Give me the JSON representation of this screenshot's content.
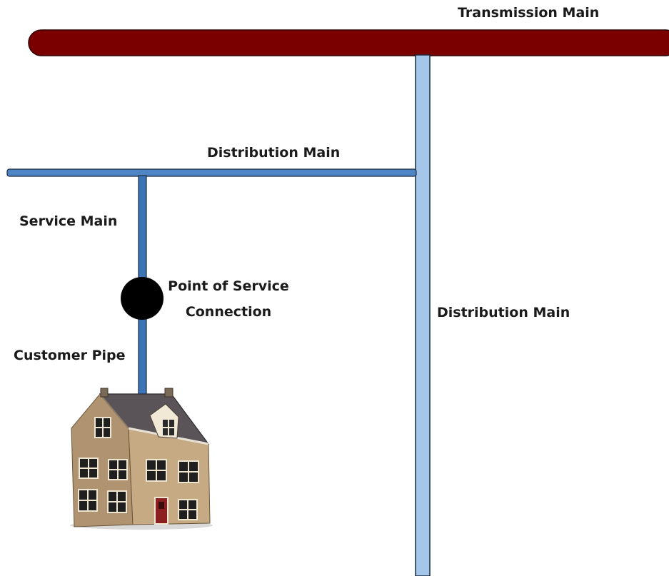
{
  "labels": {
    "transmission_main": "Transmission Main",
    "distribution_main_horizontal": "Distribution Main",
    "distribution_main_vertical": "Distribution Main",
    "service_main": "Service Main",
    "point_of_service_connection": "Point of Service Connection",
    "customer_pipe": "Customer Pipe"
  },
  "colors": {
    "transmission_main": "#7a0000",
    "distribution_main_vertical": "#a3c6ea",
    "distribution_main_horizontal": "#4f85c5",
    "service_pipe": "#3c74b8",
    "connection_point": "#000000"
  },
  "icons": {
    "house": "house-icon"
  }
}
